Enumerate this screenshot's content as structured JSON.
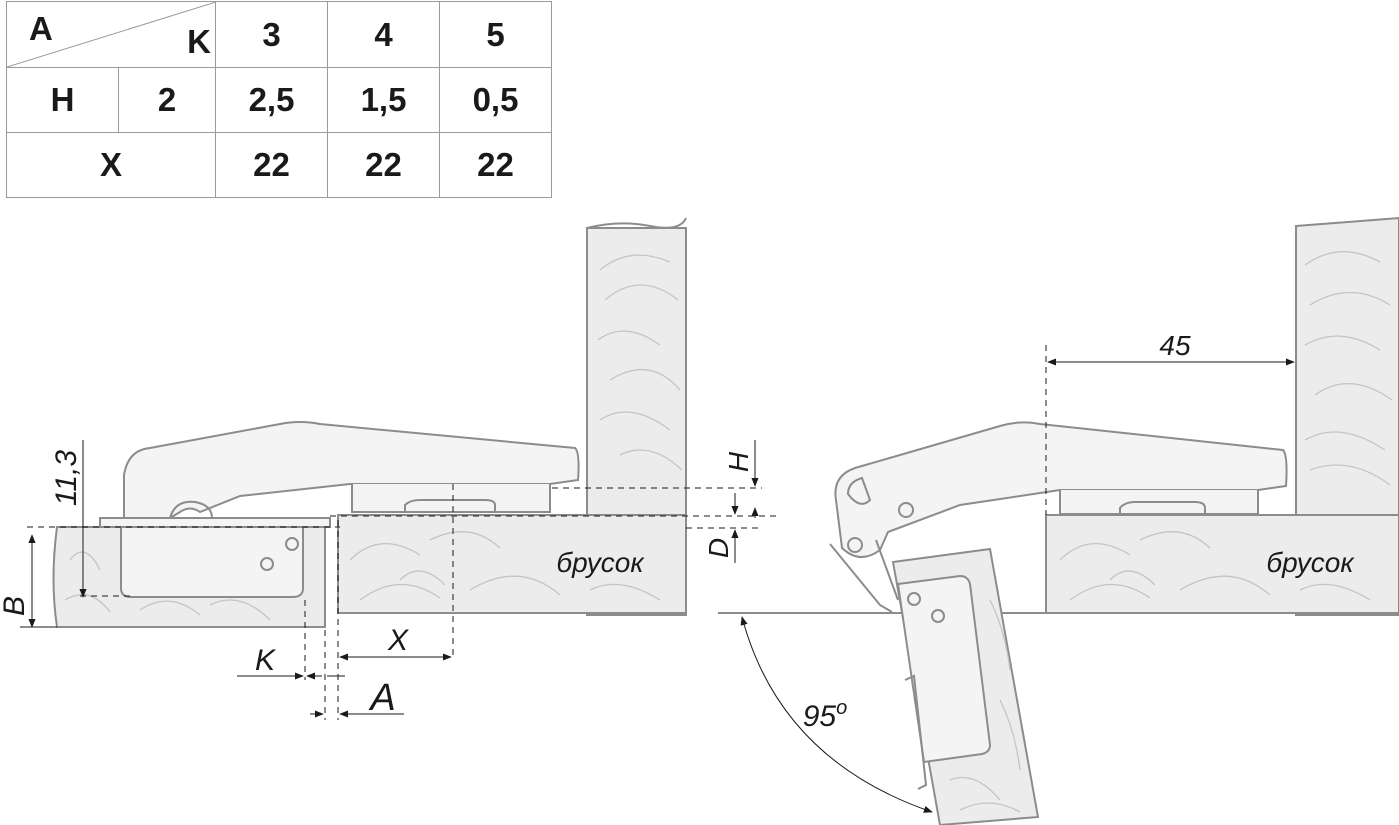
{
  "table": {
    "corner_top_left": "A",
    "corner_bottom_right": "K",
    "k_values": [
      "3",
      "4",
      "5"
    ],
    "h_label": "H",
    "h_first": "2",
    "h_values": [
      "2,5",
      "1,5",
      "0,5"
    ],
    "x_label": "X",
    "x_values": [
      "22",
      "22",
      "22"
    ]
  },
  "left_view": {
    "dim_11_3": "11,3",
    "dim_b": "B",
    "dim_h": "H",
    "dim_d": "D",
    "dim_x": "X",
    "dim_k": "K",
    "dim_a": "A",
    "bar_label": "брусок"
  },
  "right_view": {
    "dim_45": "45",
    "angle": "95",
    "angle_unit": "o",
    "bar_label": "брусок"
  },
  "colors": {
    "wood_fill": "#ececec",
    "outline": "#8c8c8c",
    "dimension_line": "#1a1a1a"
  }
}
